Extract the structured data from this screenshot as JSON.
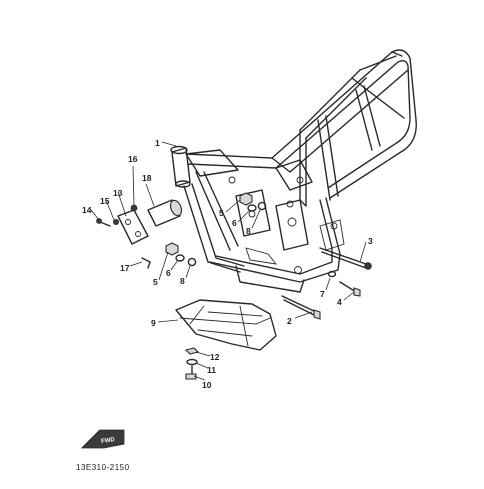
{
  "callouts": [
    {
      "id": "1",
      "label": "1"
    },
    {
      "id": "2",
      "label": "2"
    },
    {
      "id": "3",
      "label": "3"
    },
    {
      "id": "4",
      "label": "4"
    },
    {
      "id": "5a",
      "label": "5"
    },
    {
      "id": "5b",
      "label": "5"
    },
    {
      "id": "6a",
      "label": "6"
    },
    {
      "id": "6b",
      "label": "6"
    },
    {
      "id": "7",
      "label": "7"
    },
    {
      "id": "8a",
      "label": "8"
    },
    {
      "id": "8b",
      "label": "8"
    },
    {
      "id": "9",
      "label": "9"
    },
    {
      "id": "10",
      "label": "10"
    },
    {
      "id": "11",
      "label": "11"
    },
    {
      "id": "12",
      "label": "12"
    },
    {
      "id": "13",
      "label": "13"
    },
    {
      "id": "14",
      "label": "14"
    },
    {
      "id": "15",
      "label": "15"
    },
    {
      "id": "16",
      "label": "16"
    },
    {
      "id": "17",
      "label": "17"
    },
    {
      "id": "18",
      "label": "18"
    }
  ],
  "fwd_badge": "FWD",
  "diagram_code": "13E310-2150"
}
